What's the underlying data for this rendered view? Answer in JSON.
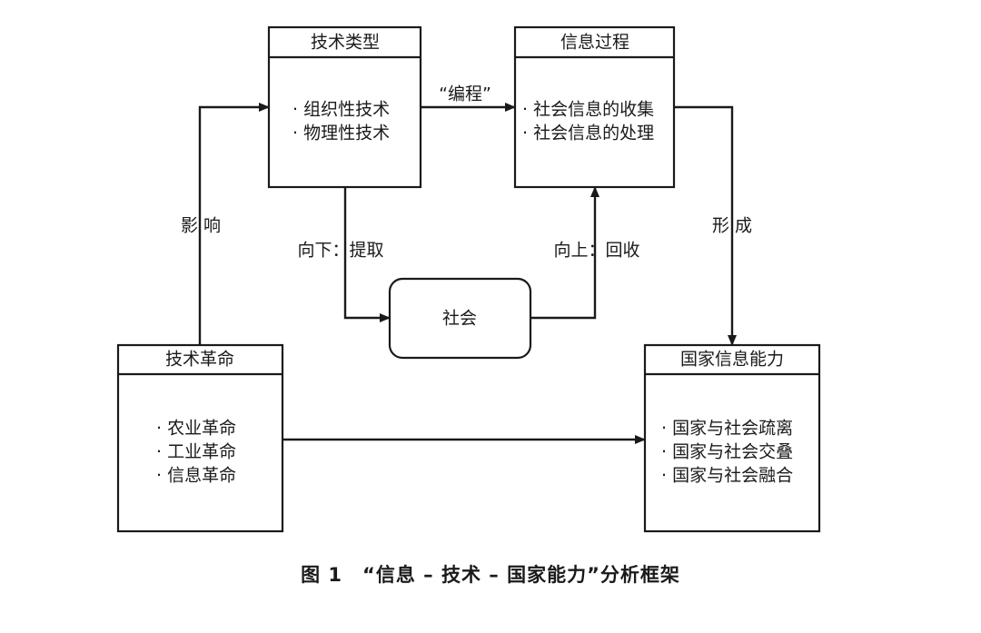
{
  "boxes": {
    "tech_type": {
      "title": "技术类型",
      "items": [
        "· 组织性技术",
        "· 物理性技术"
      ]
    },
    "info_process": {
      "title": "信息过程",
      "items": [
        "· 社会信息的收集",
        "· 社会信息的处理"
      ]
    },
    "tech_revolution": {
      "title": "技术革命",
      "items": [
        "· 农业革命",
        "· 工业革命",
        "· 信息革命"
      ]
    },
    "state_capacity": {
      "title": "国家信息能力",
      "items": [
        "· 国家与社会疏离",
        "· 国家与社会交叠",
        "· 国家与社会融合"
      ]
    }
  },
  "society": {
    "label": "社会"
  },
  "edges": {
    "programming": "“编程”",
    "influence": "影  响",
    "form": "形  成",
    "down_extract": "向下：提取",
    "up_recover": "向上：回收"
  },
  "caption": "图 1　“信息 – 技术 – 国家能力”分析框架"
}
